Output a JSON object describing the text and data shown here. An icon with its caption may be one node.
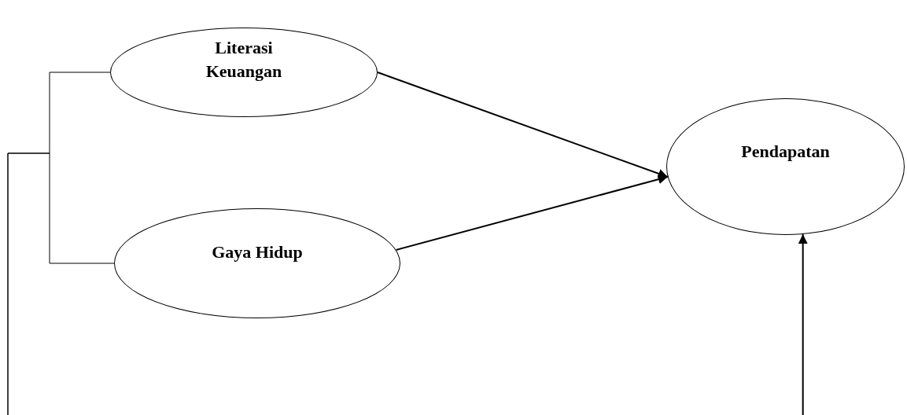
{
  "diagram": {
    "nodes": [
      {
        "text": [
          "Literasi Keuangan"
        ]
      },
      {
        "text": [
          "Gaya Hidup"
        ]
      },
      {
        "text": [
          "Pendapatan"
        ]
      }
    ],
    "edges": [
      {
        "from": 0,
        "to": 2,
        "arrow": "to"
      },
      {
        "from": 1,
        "to": 2,
        "arrow": "to"
      },
      {
        "from": 0,
        "to": null,
        "arrow": "none"
      },
      {
        "from": 1,
        "to": null,
        "arrow": "none"
      },
      {
        "from": null,
        "to": 2,
        "arrow": "to"
      }
    ]
  }
}
